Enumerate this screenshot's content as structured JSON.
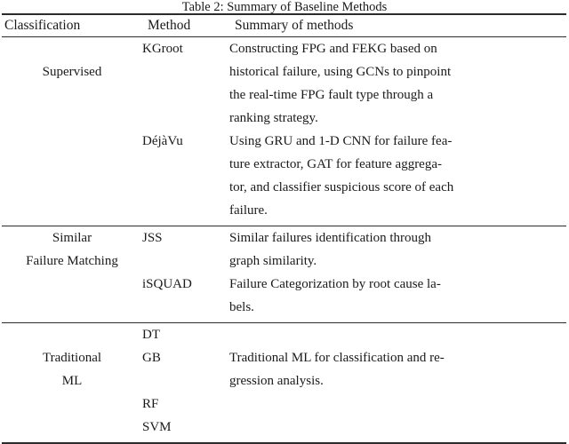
{
  "caption": "Table 2: Summary of Baseline Methods",
  "table": {
    "headers": {
      "classification": "Classification",
      "method": "Method",
      "summary": "Summary of methods"
    },
    "sections": [
      {
        "classification": "Supervised",
        "rows": [
          {
            "method": "KGroot",
            "summary_lines": [
              "Constructing FPG and FEKG based on",
              "historical failure, using GCNs to pinpoint",
              "the real-time FPG fault type through a",
              "ranking strategy."
            ],
            "summary": "Constructing FPG and FEKG based on historical failure, using GCNs to pinpoint the real-time FPG fault type through a ranking strategy."
          },
          {
            "method": "DéjàVu",
            "summary_lines": [
              "Using GRU and 1-D CNN for failure fea-",
              "ture extractor, GAT for feature aggrega-",
              "tor, and classifier suspicious score of each",
              "failure."
            ],
            "summary": "Using GRU and 1-D CNN for failure feature extractor, GAT for feature aggregator, and classifier suspicious score of each failure."
          }
        ]
      },
      {
        "classification": "Similar\nFailure Matching",
        "classification_line1": "Similar",
        "classification_line2": "Failure Matching",
        "rows": [
          {
            "method": "JSS",
            "summary_lines": [
              "Similar failures identification through",
              "graph similarity."
            ],
            "summary": "Similar failures identification through graph similarity."
          },
          {
            "method": "iSQUAD",
            "summary_lines": [
              "Failure Categorization by root cause la-",
              "bels."
            ],
            "summary": "Failure Categorization by root cause labels."
          }
        ]
      },
      {
        "classification": "Traditional\nML",
        "classification_line1": "Traditional",
        "classification_line2": "ML",
        "rows": [
          {
            "method": "DT",
            "summary_lines": [],
            "summary": ""
          },
          {
            "method": "GB",
            "summary_lines": [
              "Traditional ML for classification and re-",
              "gression analysis."
            ],
            "summary": "Traditional ML for classification and regression analysis."
          },
          {
            "method": "RF",
            "summary_lines": [],
            "summary": ""
          },
          {
            "method": "SVM",
            "summary_lines": [],
            "summary": ""
          }
        ]
      }
    ]
  }
}
